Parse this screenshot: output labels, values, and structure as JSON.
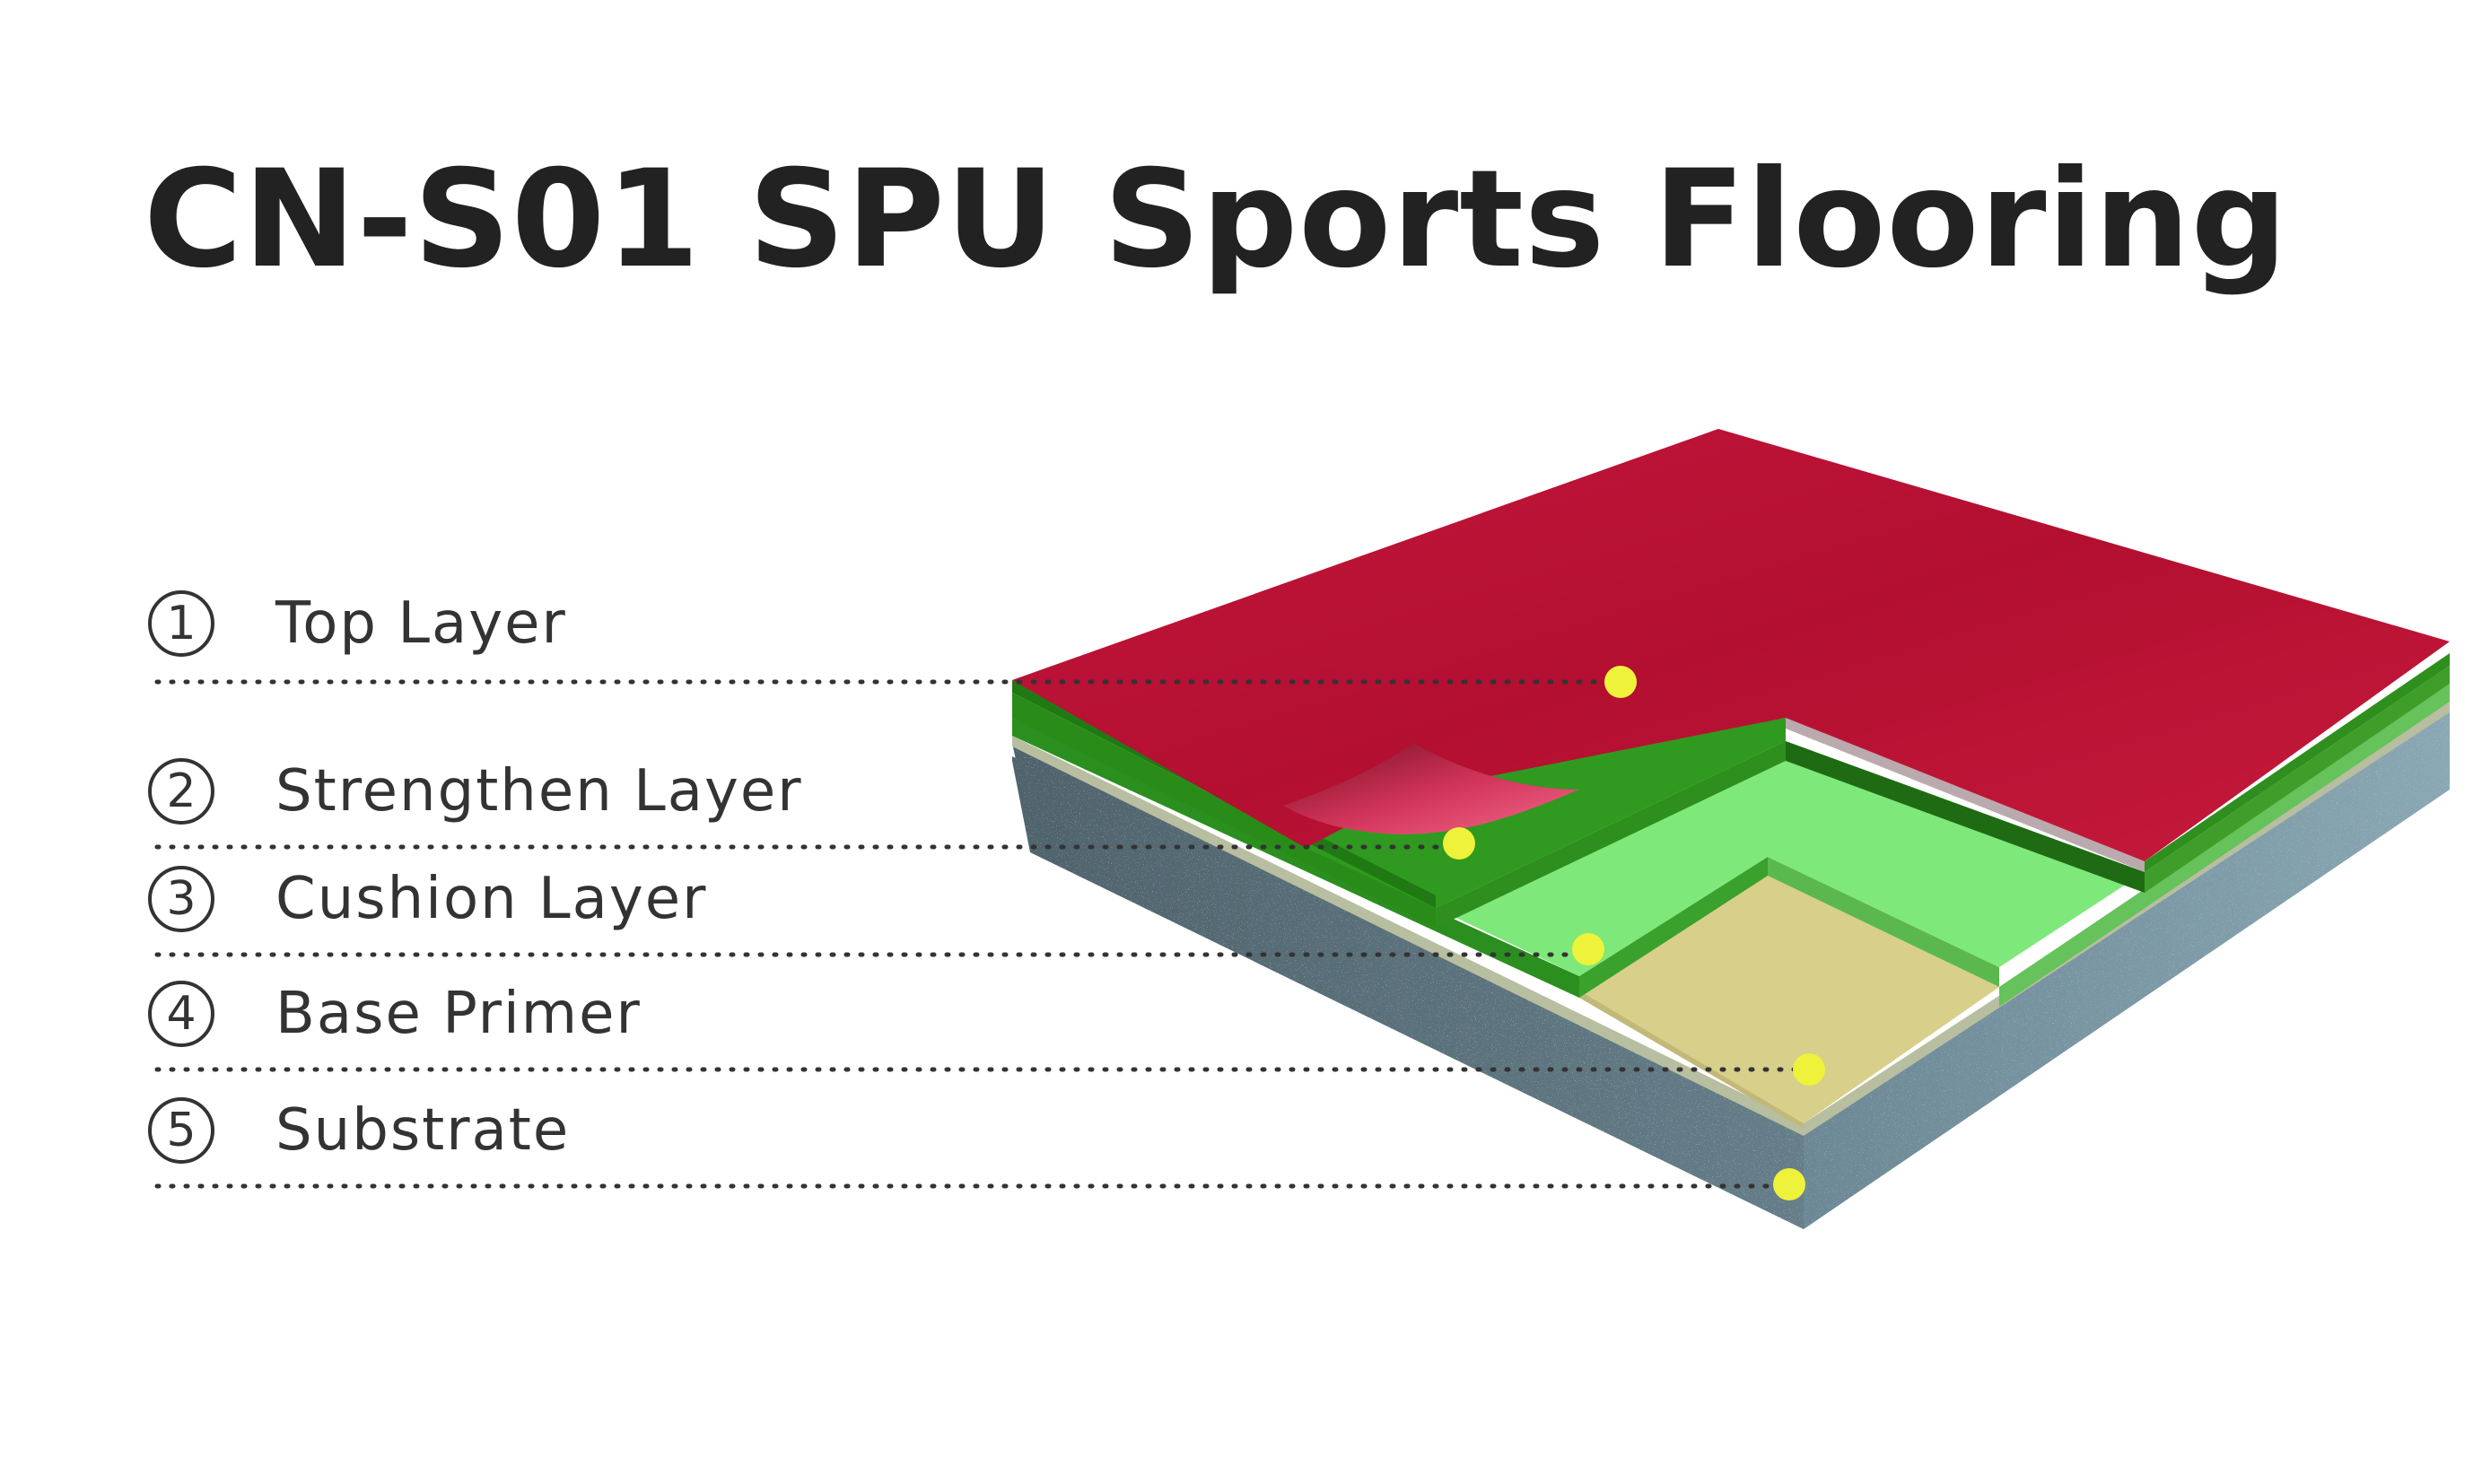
{
  "title": "CN-S01 SPU Sports Flooring",
  "layers": [
    {
      "number": "1",
      "name": "Top Layer"
    },
    {
      "number": "2",
      "name": "Strengthen Layer"
    },
    {
      "number": "3",
      "name": "Cushion Layer"
    },
    {
      "number": "4",
      "name": "Base Primer"
    },
    {
      "number": "5",
      "name": "Substrate"
    }
  ],
  "colors": {
    "top_layer": "#c8173a",
    "strengthen_layer": "#2f9a1f",
    "cushion_layer": "#7fe87a",
    "base_primer": "#d8cf8a",
    "substrate": "#5f7680",
    "marker": "#eef23a",
    "leader_line": "#333333"
  }
}
